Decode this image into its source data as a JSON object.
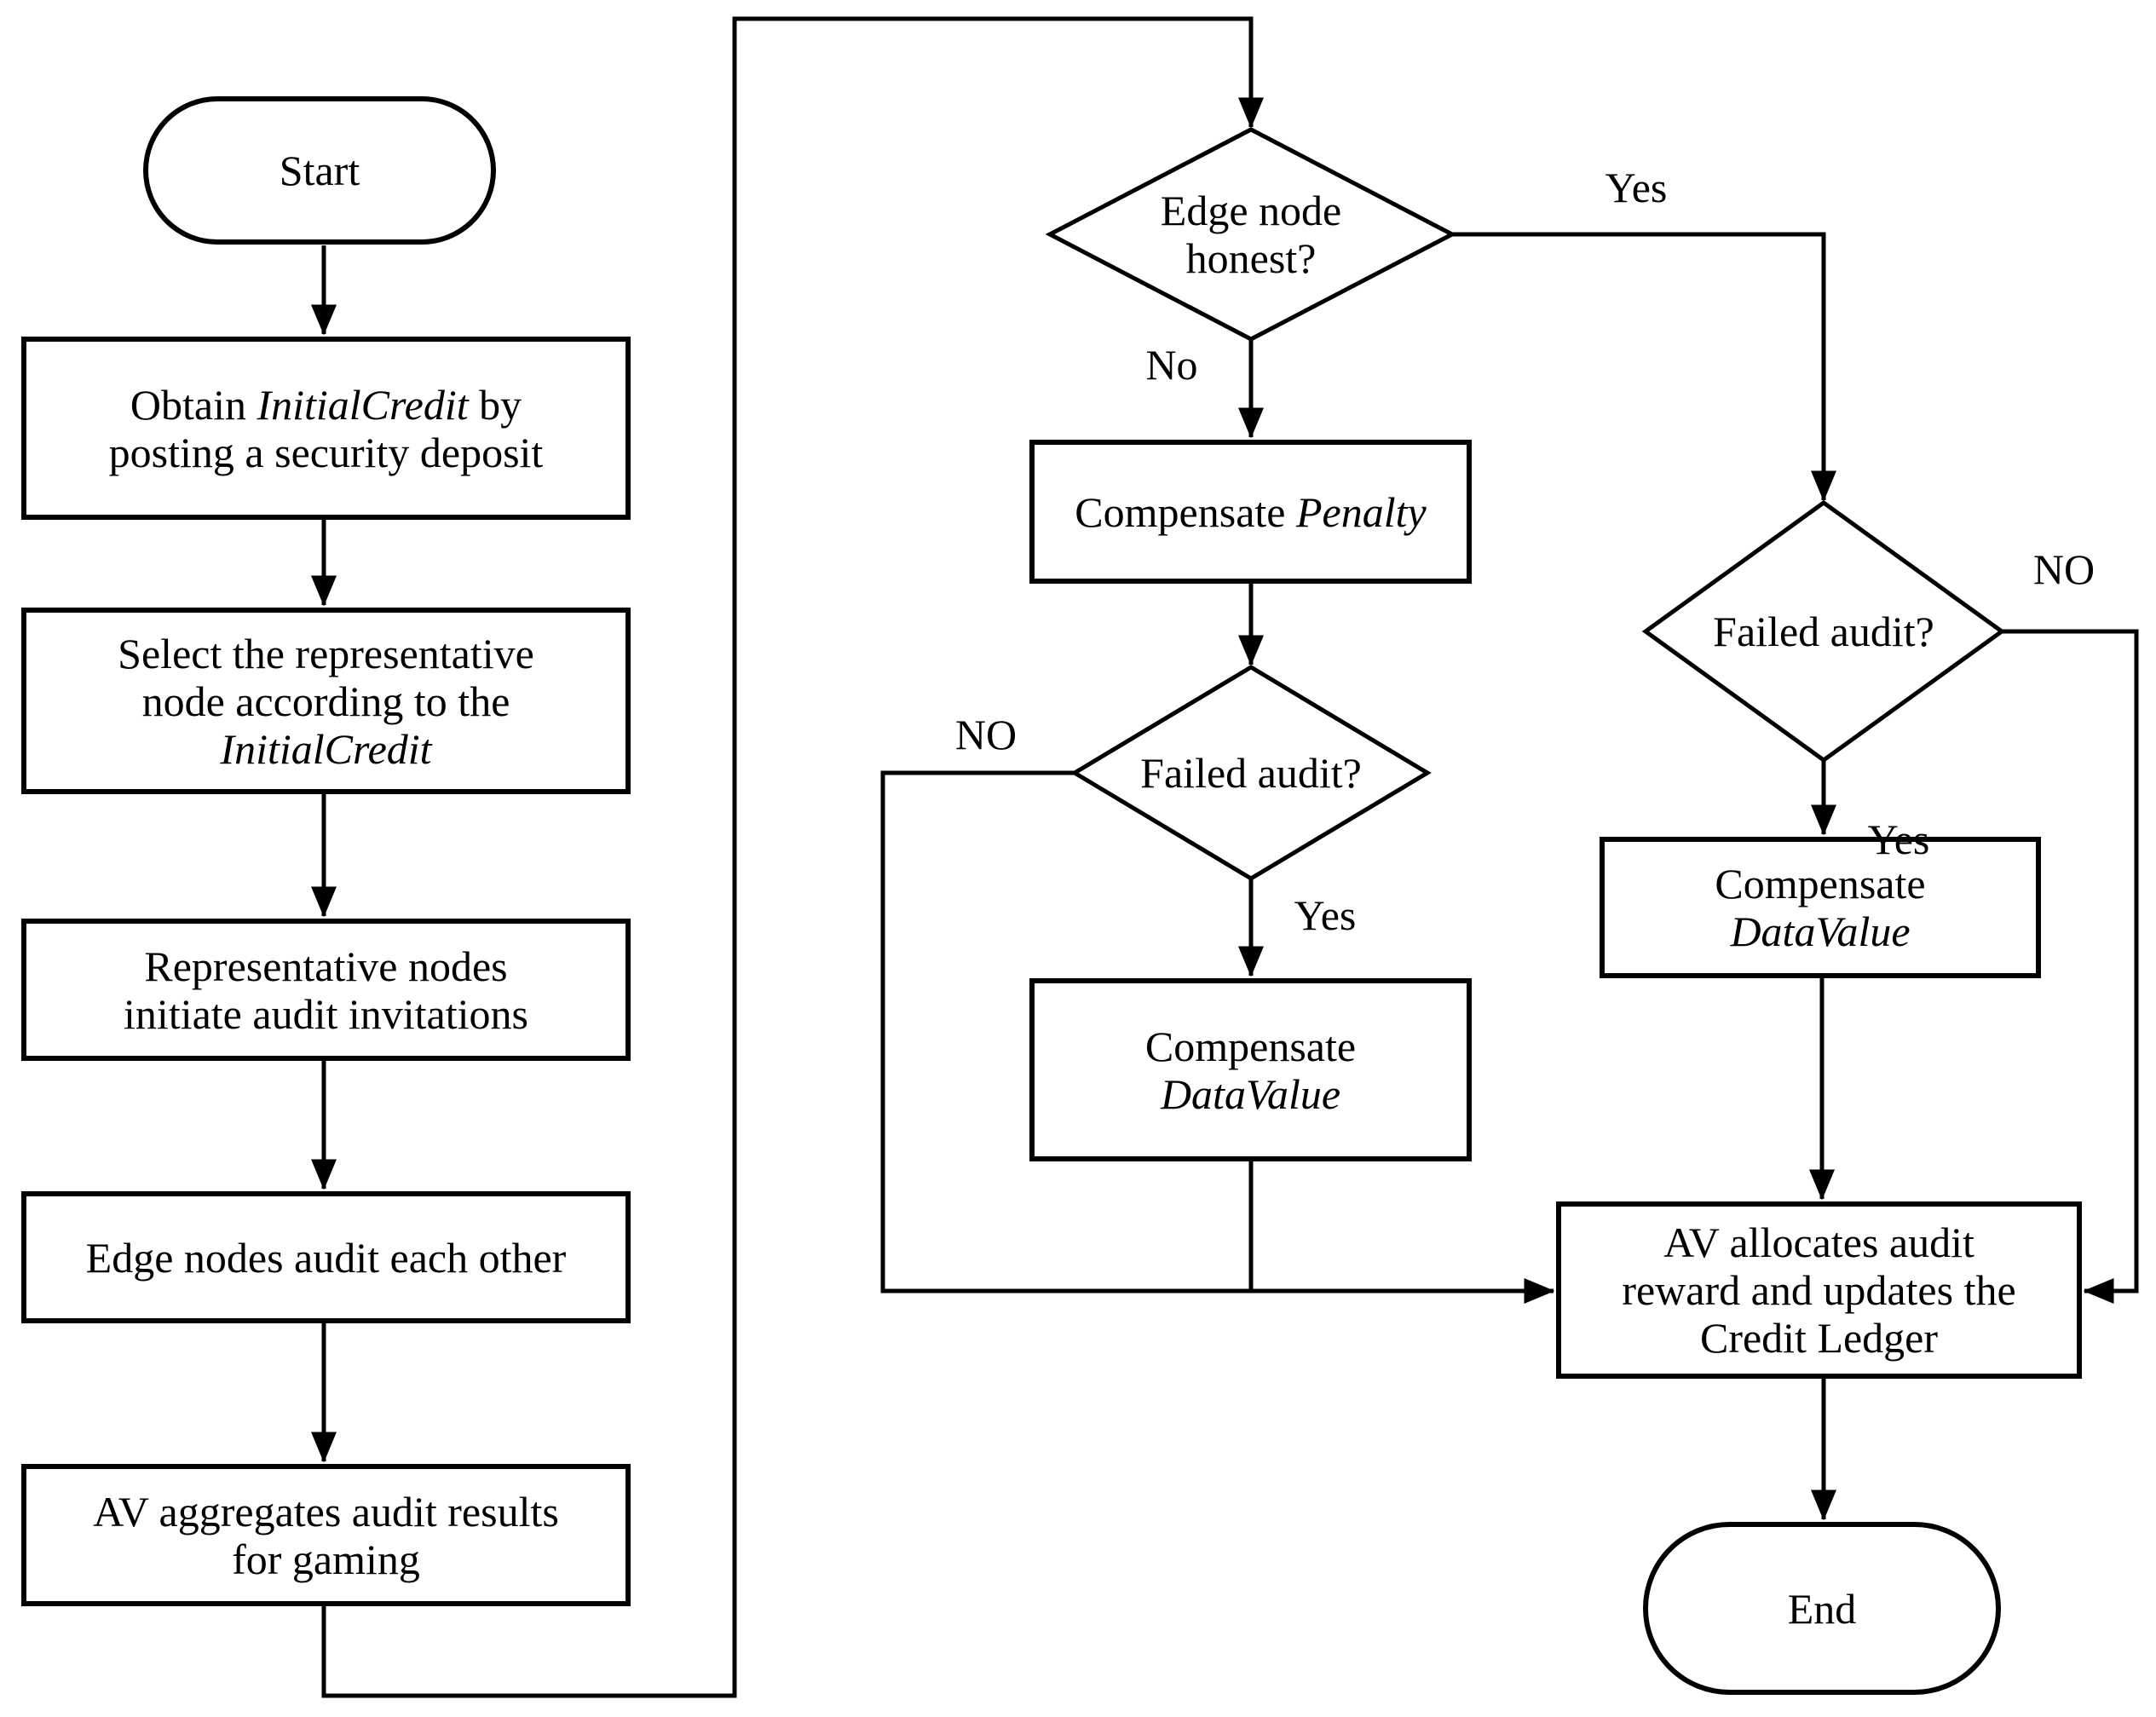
{
  "figure": {
    "type": "flowchart",
    "background_color": "#ffffff",
    "stroke_color": "#000000",
    "text_color": "#000000"
  },
  "nodes": {
    "start": {
      "type": "terminator",
      "label": "Start"
    },
    "obtain_credit": {
      "type": "process",
      "line1_pre": "Obtain ",
      "line1_italic": "InitialCredit",
      "line1_post": " by",
      "line2": "posting a security deposit"
    },
    "select_node": {
      "type": "process",
      "line1": "Select the representative",
      "line2": "node according to the",
      "line3_italic": "InitialCredit"
    },
    "initiate_invitations": {
      "type": "process",
      "line1": "Representative nodes",
      "line2": "initiate audit invitations"
    },
    "audit_each_other": {
      "type": "process",
      "line1": "Edge nodes audit each other"
    },
    "aggregate_results": {
      "type": "process",
      "line1": "AV aggregates audit results",
      "line2": "for gaming"
    },
    "edge_node_honest": {
      "type": "decision",
      "line1": "Edge node",
      "line2": "honest?"
    },
    "compensate_penalty": {
      "type": "process",
      "line1_pre": "Compensate ",
      "line1_italic": "Penalty"
    },
    "failed_audit_mid": {
      "type": "decision",
      "line1": "Failed audit?"
    },
    "compensate_datavalue_mid": {
      "type": "process",
      "line1": "Compensate",
      "line2_italic": "DataValue"
    },
    "failed_audit_right": {
      "type": "decision",
      "line1": "Failed audit?"
    },
    "compensate_datavalue_right": {
      "type": "process",
      "line1": "Compensate",
      "line2_italic": "DataValue"
    },
    "allocate_reward": {
      "type": "process",
      "line1": "AV allocates audit",
      "line2": "reward and updates the",
      "line3": "Credit Ledger"
    },
    "end": {
      "type": "terminator",
      "label": "End"
    }
  },
  "edge_labels": {
    "honest_no": "No",
    "honest_yes": "Yes",
    "failed_mid_no": "NO",
    "failed_mid_yes": "Yes",
    "failed_right_no": "NO",
    "failed_right_yes": "Yes"
  }
}
